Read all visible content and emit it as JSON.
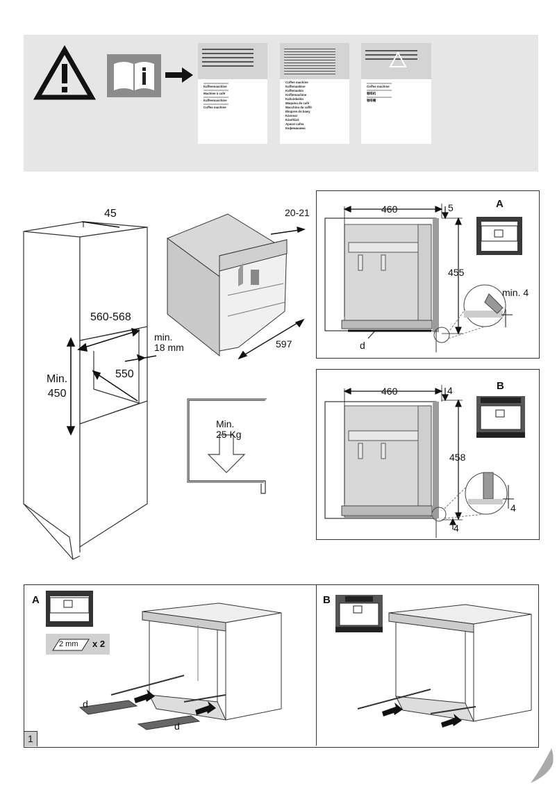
{
  "top_panel": {
    "booklet_1": {
      "items": [
        "Kaffeemaschine",
        "Machine à café",
        "Kaffeemaschine",
        "Coffee machine"
      ]
    },
    "booklet_2": {
      "items": [
        "Coffee machine",
        "Kaffemaskine",
        "Kaffemaskin",
        "Koffiemachine",
        "Kahvinkeitin",
        "Máquina de café",
        "Macchina da caffè",
        "Ekspres do kawy",
        "Kávovar",
        "Kávéfőző",
        "Aparat cafea",
        "Кофемашина"
      ]
    },
    "booklet_3": {
      "items": [
        "Coffee machine",
        "咖啡机",
        "咖啡機"
      ]
    }
  },
  "dimensions": {
    "cabinet_depth": "45",
    "cabinet_width": "560-568",
    "cabinet_min_gap": "min.\n18 mm",
    "cabinet_height": "Min.\n450",
    "cabinet_inner_depth": "550",
    "machine_offset": "20-21",
    "machine_depth": "597",
    "load": "Min.\n25 Kg"
  },
  "panel_a": {
    "letter": "A",
    "width": "460",
    "top_gap": "5",
    "height": "455",
    "detail": "min. 4",
    "spacer_label": "d"
  },
  "panel_b": {
    "letter": "B",
    "width": "460",
    "top_gap": "4",
    "height": "458",
    "side_gap": "4",
    "bottom_gap": "4"
  },
  "bottom": {
    "letter_a": "A",
    "spacer": "2 mm",
    "multiplier": "x 2",
    "d1": "d",
    "d2": "d",
    "letter_b": "B",
    "figure_number": "1"
  }
}
